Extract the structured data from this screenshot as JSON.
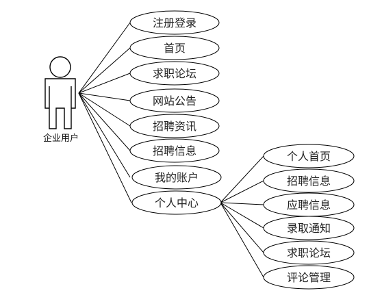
{
  "actor": {
    "label": "企业用户"
  },
  "use_cases": [
    {
      "id": "register-login",
      "label": "注册登录"
    },
    {
      "id": "home",
      "label": "首页"
    },
    {
      "id": "job-forum",
      "label": "求职论坛"
    },
    {
      "id": "site-notice",
      "label": "网站公告"
    },
    {
      "id": "recruit-news",
      "label": "招聘资讯"
    },
    {
      "id": "recruit-info",
      "label": "招聘信息"
    },
    {
      "id": "my-account",
      "label": "我的账户"
    },
    {
      "id": "personal-center",
      "label": "个人中心"
    }
  ],
  "sub_use_cases": [
    {
      "id": "personal-home",
      "label": "个人首页"
    },
    {
      "id": "sub-recruit-info",
      "label": "招聘信息"
    },
    {
      "id": "application-info",
      "label": "应聘信息"
    },
    {
      "id": "admission-notice",
      "label": "录取通知"
    },
    {
      "id": "sub-job-forum",
      "label": "求职论坛"
    },
    {
      "id": "comment-management",
      "label": "评论管理"
    }
  ]
}
